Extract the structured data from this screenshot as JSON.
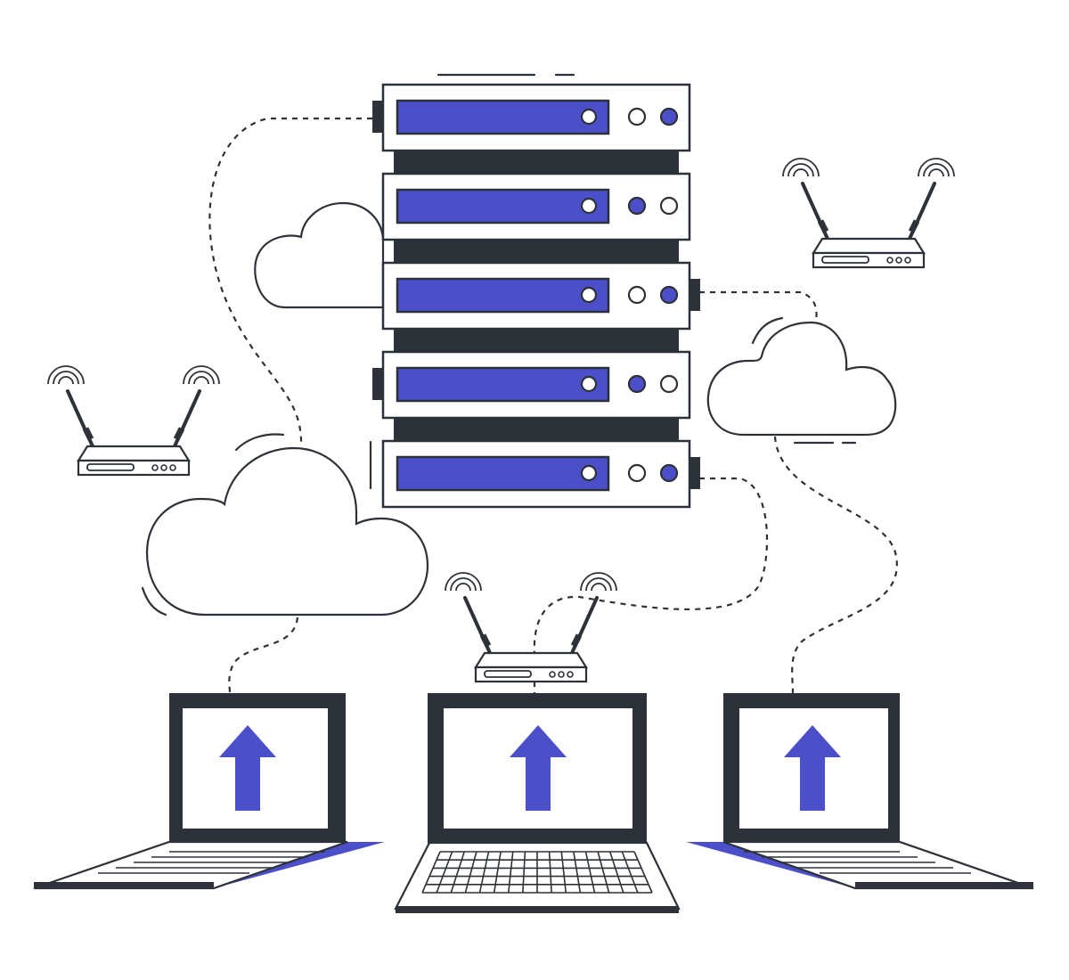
{
  "colors": {
    "outline": "#2d3238",
    "accent": "#4b4fc9",
    "background": "#ffffff"
  },
  "servers": [
    {
      "id": "server-unit-1",
      "indicators": [
        "white",
        "white",
        "accent"
      ],
      "side_ports": [
        "left"
      ]
    },
    {
      "id": "server-unit-2",
      "indicators": [
        "white",
        "accent",
        "white"
      ],
      "side_ports": []
    },
    {
      "id": "server-unit-3",
      "indicators": [
        "white",
        "white",
        "accent"
      ],
      "side_ports": [
        "right"
      ]
    },
    {
      "id": "server-unit-4",
      "indicators": [
        "white",
        "accent",
        "white"
      ],
      "side_ports": [
        "left"
      ]
    },
    {
      "id": "server-unit-5",
      "indicators": [
        "white",
        "white",
        "accent"
      ],
      "side_ports": [
        "right"
      ]
    }
  ],
  "clouds": [
    "cloud-upper-left",
    "cloud-right",
    "cloud-lower-left"
  ],
  "routers": [
    "router-left",
    "router-right",
    "router-center"
  ],
  "laptops": [
    {
      "id": "laptop-left",
      "screen_icon": "upload-arrow-icon"
    },
    {
      "id": "laptop-center",
      "screen_icon": "upload-arrow-icon"
    },
    {
      "id": "laptop-right",
      "screen_icon": "upload-arrow-icon"
    }
  ],
  "connections": [
    "server-to-cloud-lower-left",
    "server-to-cloud-right",
    "server-to-router-center",
    "cloud-lower-left-to-laptop-left",
    "router-center-to-laptop-center",
    "cloud-right-to-laptop-right"
  ]
}
